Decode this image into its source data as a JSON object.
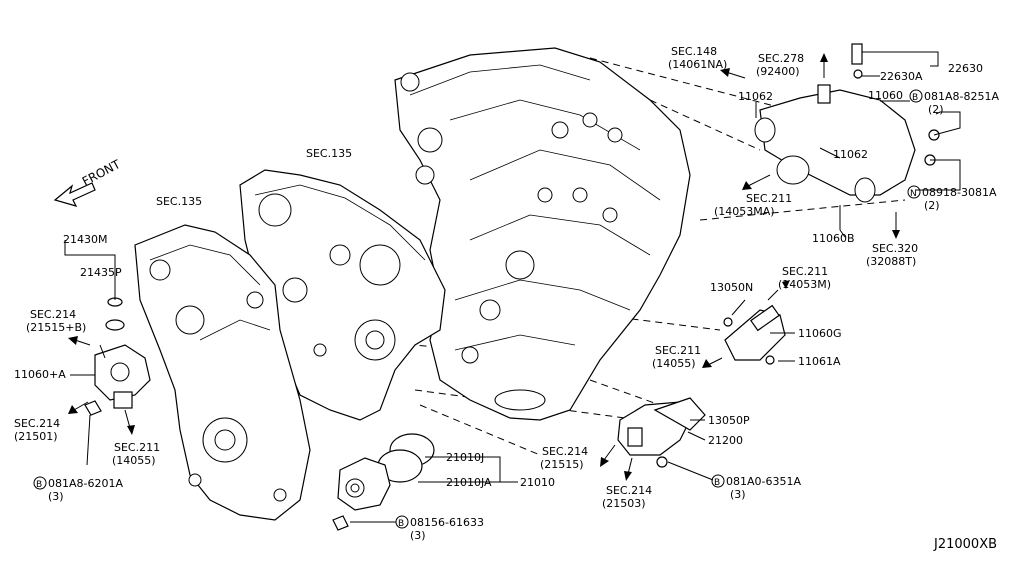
{
  "diagram_id": "J21000XB",
  "front_label": "FRONT",
  "labels": {
    "sec148": "SEC.148",
    "sec148_sub": "(14061NA)",
    "sec278": "SEC.278",
    "sec278_sub": "(92400)",
    "p22630": "22630",
    "p22630a": "22630A",
    "p11062_top": "11062",
    "p11060": "11060",
    "b081a8_8251a": "081A8-8251A",
    "b081a8_8251a_qty": "(2)",
    "p11062_mid": "11062",
    "n08918": "08918-3081A",
    "n08918_qty": "(2)",
    "sec211_a": "SEC.211",
    "sec211_a_sub": "(14053MA)",
    "p11060b": "11060B",
    "sec320": "SEC.320",
    "sec320_sub": "(32088T)",
    "sec135_mid": "SEC.135",
    "sec135_left": "SEC.135",
    "p21430m": "21430M",
    "p21435p": "21435P",
    "sec214_a": "SEC.214",
    "sec214_a_sub": "(21515+B)",
    "p11060a": "11060+A",
    "sec214_b": "SEC.214",
    "sec214_b_sub": "(21501)",
    "sec211_b": "SEC.211",
    "sec211_b_sub": "(14055)",
    "b081a8_6201a": "081A8-6201A",
    "b081a8_6201a_qty": "(3)",
    "sec211_c": "SEC.211",
    "sec211_c_sub": "(14053M)",
    "p13050n": "13050N",
    "p11060g": "11060G",
    "sec211_d": "SEC.211",
    "sec211_d_sub": "(14055)",
    "p11061a": "11061A",
    "p13050p": "13050P",
    "p21200": "21200",
    "sec214_c": "SEC.214",
    "sec214_c_sub": "(21515)",
    "p21010j": "21010J",
    "p21010ja": "21010JA",
    "p21010": "21010",
    "b081a0_6351a": "081A0-6351A",
    "b081a0_6351a_qty": "(3)",
    "sec214_d": "SEC.214",
    "sec214_d_sub": "(21503)",
    "b08156": "08156-61633",
    "b08156_qty": "(3)"
  },
  "symbols": {
    "bolt": "B",
    "nut": "N"
  }
}
